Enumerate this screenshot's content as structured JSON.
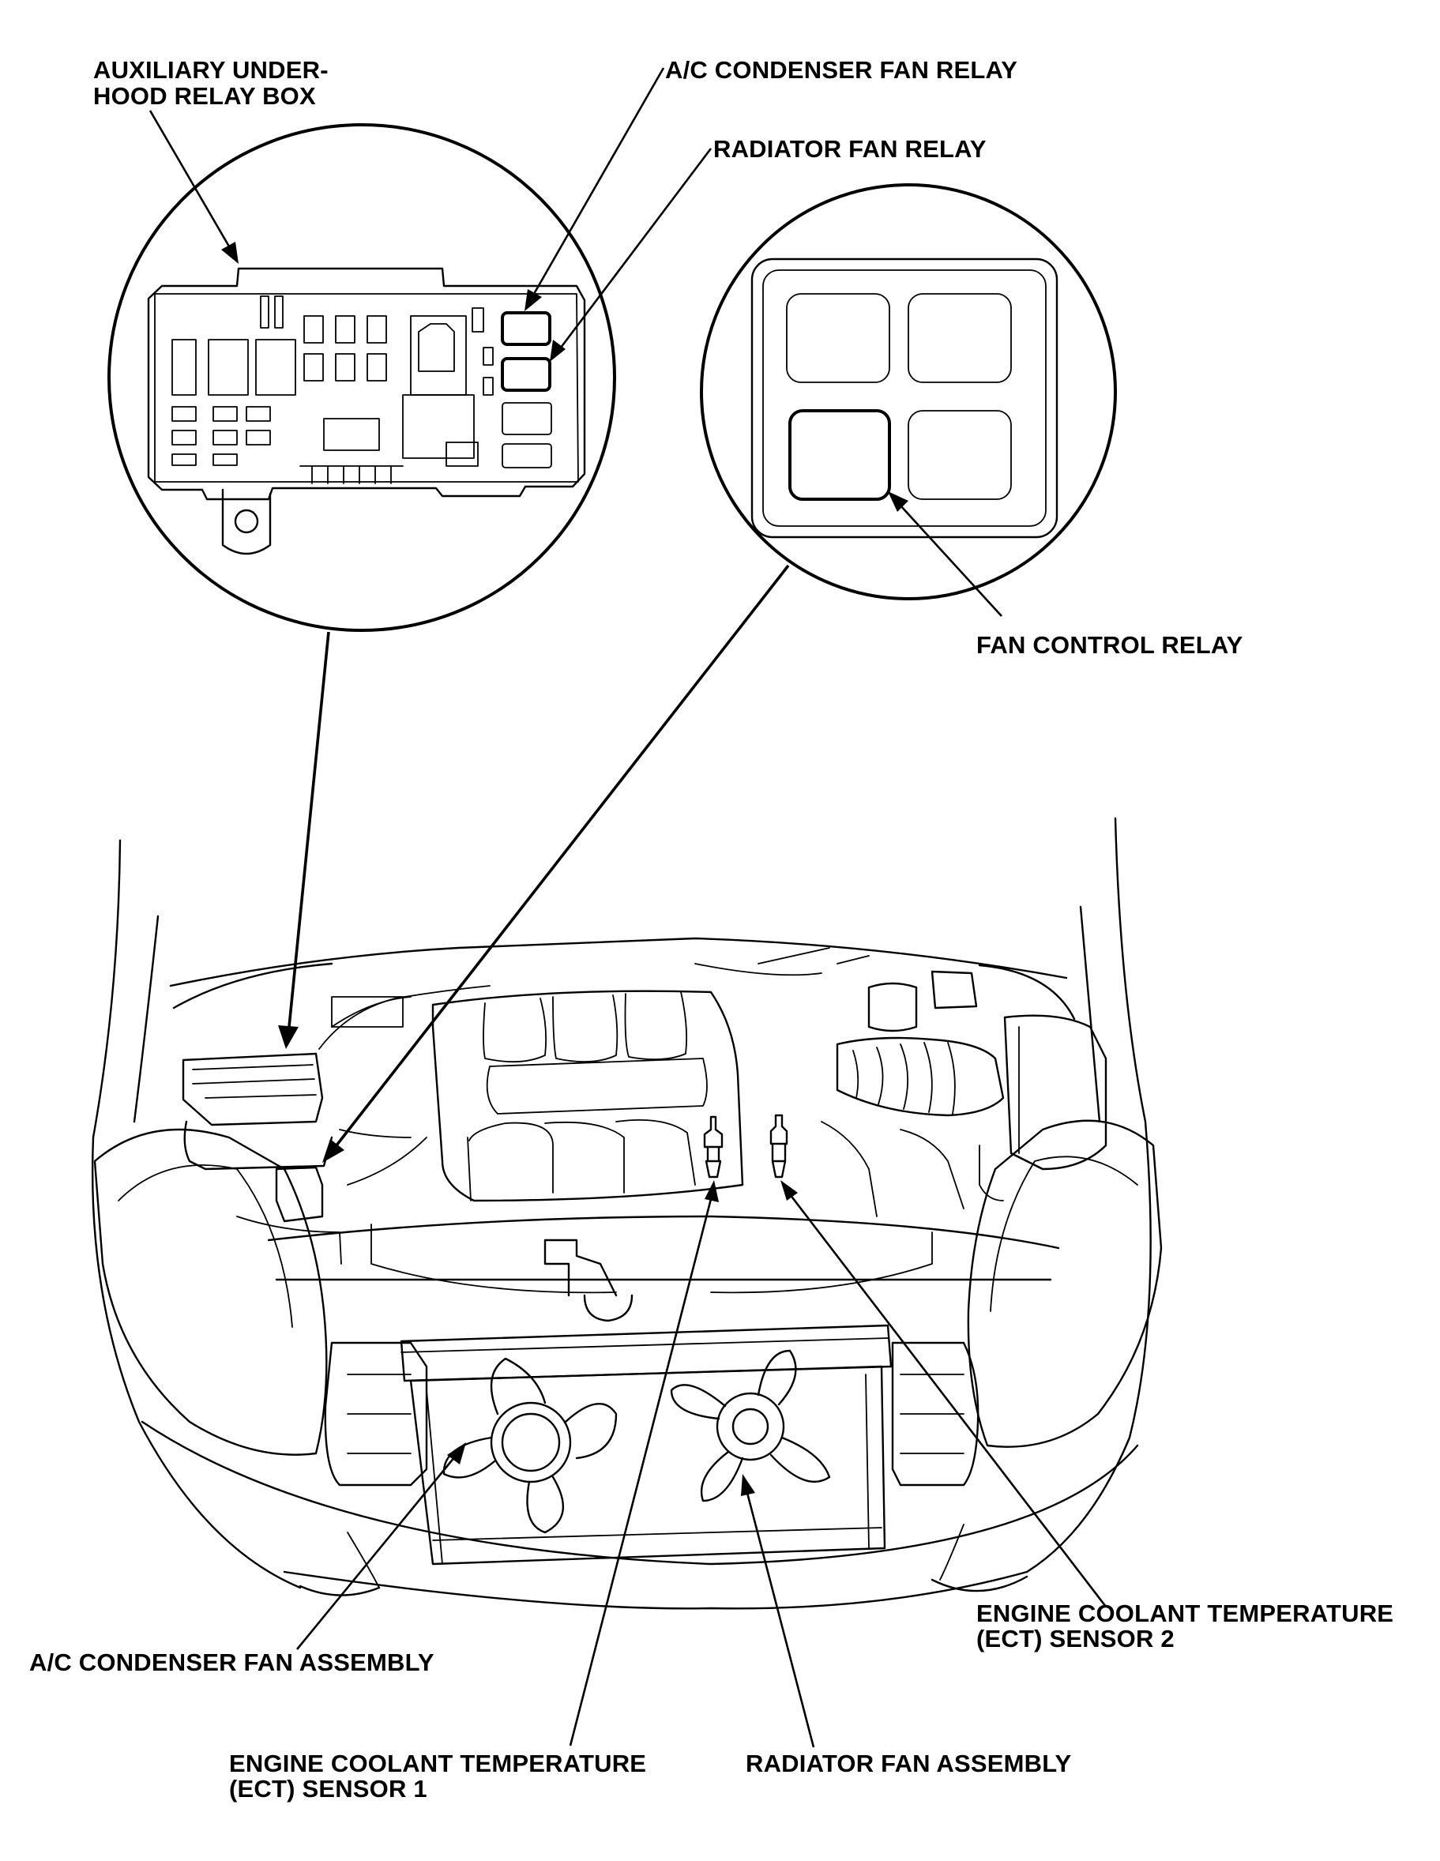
{
  "labels": {
    "aux_box_line1": "AUXILIARY UNDER-",
    "aux_box_line2": "HOOD RELAY BOX",
    "ac_condenser_fan_relay": "A/C CONDENSER FAN RELAY",
    "radiator_fan_relay": "RADIATOR FAN RELAY",
    "fan_control_relay": "FAN CONTROL RELAY",
    "ac_condenser_fan_assembly": "A/C CONDENSER FAN ASSEMBLY",
    "ect2_line1": "ENGINE COOLANT TEMPERATURE",
    "ect2_line2": "(ECT) SENSOR 2",
    "ect1_line1": "ENGINE COOLANT TEMPERATURE",
    "ect1_line2": "(ECT) SENSOR 1",
    "radiator_fan_assembly": "RADIATOR FAN ASSEMBLY"
  }
}
